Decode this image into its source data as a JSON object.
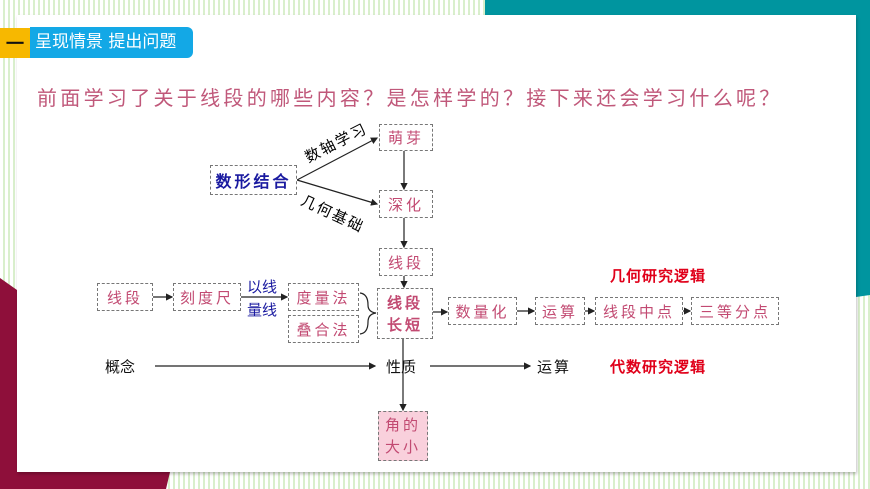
{
  "header": {
    "number": "一",
    "title": "呈现情景 提出问题"
  },
  "question": "前面学习了关于线段的哪些内容？是怎样学的？接下来还会学习什么呢？",
  "diagram": {
    "shuxing": "数形结合",
    "axis_label": "数轴学习",
    "geo_label": "几何基础",
    "mengya": "萌芽",
    "shenhua": "深化",
    "xianduan_top": "线段",
    "xianduan_left": "线段",
    "kedu": "刻度尺",
    "yixian": "以线",
    "liangxian": "量线",
    "duliang": "度量法",
    "diehe": "叠合法",
    "changduan1": "线段",
    "changduan2": "长短",
    "shuliang": "数量化",
    "yunsuan_box": "运算",
    "zhongdian": "线段中点",
    "sandeng": "三等分点",
    "geo_logic": "几何研究逻辑",
    "alg_logic": "代数研究逻辑",
    "gainian": "概念",
    "xingzhi": "性质",
    "yunsuan": "运算",
    "jiao1": "角的",
    "jiao2": "大小"
  },
  "colors": {
    "teal": "#00959f",
    "maroon": "#8e0f3a",
    "blue": "#13a8e6",
    "yellow": "#f7b800",
    "pink": "#c24a72",
    "red": "#e0001a",
    "navy": "#1a1aa0"
  }
}
